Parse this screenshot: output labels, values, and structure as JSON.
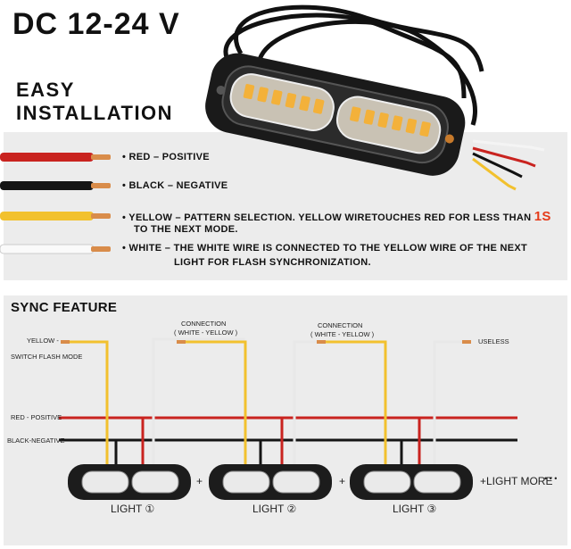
{
  "header": {
    "voltage": "DC 12-24 V",
    "install_line1": "EASY",
    "install_line2": "INSTALLATION"
  },
  "wires": [
    {
      "label": "• RED – POSITIVE",
      "color": "#c9231f"
    },
    {
      "label": "• BLACK – NEGATIVE",
      "color": "#151515"
    },
    {
      "label_prefix": "• YELLOW – PATTERN SELECTION. YELLOW WIRETOUCHES RED FOR LESS THAN",
      "accent": "1S",
      "label_cont": "TO THE NEXT MODE.",
      "color": "#f2c12e"
    },
    {
      "label": "• WHITE – THE WHITE WIRE IS CONNECTED TO THE YELLOW WIRE OF THE NEXT",
      "label_cont": "LIGHT FOR FLASH SYNCHRONIZATION.",
      "color": "#f4f4f4"
    }
  ],
  "sync": {
    "title": "SYNC FEATURE",
    "yellow_label": "YELLOW -",
    "switch_label": "SWITCH FLASH MODE",
    "connection": "CONNECTION",
    "connection_sub": "( WHITE - YELLOW )",
    "useless": "USELESS",
    "red_label": "RED - POSITIVE",
    "black_label": "BLACK-NEGATIVE",
    "lights": [
      "LIGHT ①",
      "LIGHT ②",
      "LIGHT ③"
    ],
    "plus": "+",
    "more": "+LIGHT MORE",
    "dots": "• • •"
  },
  "colors": {
    "accent": "#e53b1a",
    "red": "#c9231f",
    "yellow": "#f2c12e",
    "copper": "#d98c4a"
  }
}
